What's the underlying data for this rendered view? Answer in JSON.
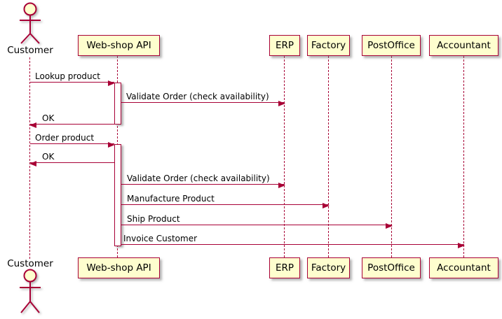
{
  "diagram_type": "uml-sequence",
  "colors": {
    "accent": "#A80036",
    "participant_fill": "#FEFECE",
    "activation_fill": "#FFFFFF",
    "background": "#FFFFFF",
    "text": "#000000"
  },
  "participants": [
    {
      "name": "Customer",
      "kind": "actor"
    },
    {
      "name": "Web-shop API",
      "kind": "participant"
    },
    {
      "name": "ERP",
      "kind": "participant"
    },
    {
      "name": "Factory",
      "kind": "participant"
    },
    {
      "name": "PostOffice",
      "kind": "participant"
    },
    {
      "name": "Accountant",
      "kind": "participant"
    }
  ],
  "messages": [
    {
      "from": "Customer",
      "to": "Web-shop API",
      "label": "Lookup product",
      "arrow": "solid-right"
    },
    {
      "from": "Web-shop API",
      "to": "ERP",
      "label": "Validate Order (check availability)",
      "arrow": "solid-right"
    },
    {
      "from": "Web-shop API",
      "to": "Customer",
      "label": "OK",
      "arrow": "solid-left"
    },
    {
      "from": "Customer",
      "to": "Web-shop API",
      "label": "Order product",
      "arrow": "solid-right"
    },
    {
      "from": "Web-shop API",
      "to": "Customer",
      "label": "OK",
      "arrow": "solid-left"
    },
    {
      "from": "Web-shop API",
      "to": "ERP",
      "label": "Validate Order (check availability)",
      "arrow": "solid-right"
    },
    {
      "from": "Web-shop API",
      "to": "Factory",
      "label": "Manufacture Product",
      "arrow": "solid-right"
    },
    {
      "from": "Web-shop API",
      "to": "PostOffice",
      "label": "Ship Product",
      "arrow": "solid-right"
    },
    {
      "from": "Web-shop API",
      "to": "Accountant",
      "label": "Invoice Customer",
      "arrow": "solid-right"
    }
  ],
  "activations": [
    {
      "participant": "Web-shop API",
      "starts_at": "Lookup product",
      "ends_at": "OK"
    },
    {
      "participant": "Web-shop API",
      "starts_at": "Order product",
      "ends_at": "Invoice Customer"
    }
  ]
}
